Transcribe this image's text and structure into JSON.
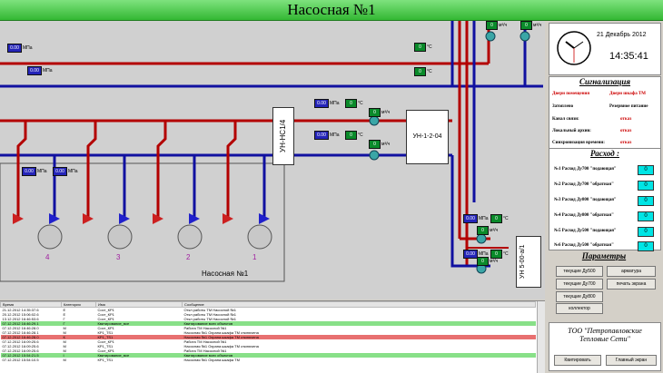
{
  "title": "Насосная №1",
  "canvas": {
    "gauges_top": [
      {
        "value": "0.00",
        "unit": "МПа"
      },
      {
        "value": "0.00",
        "unit": "МПа"
      }
    ],
    "gauges_mid": [
      {
        "value": "0.00",
        "unit": "МПа"
      },
      {
        "value": "0.00",
        "unit": "МПа"
      }
    ],
    "gauges_pumps": [
      {
        "value": "0.00",
        "unit": "МПа"
      },
      {
        "value": "0.00",
        "unit": "МПа"
      }
    ],
    "gauges_right": [
      {
        "value": "0.00",
        "unit": "МПа"
      },
      {
        "value": "0.00",
        "unit": "МПа"
      }
    ],
    "temps": [
      {
        "value": "0",
        "unit": "°C"
      },
      {
        "value": "0",
        "unit": "°C"
      },
      {
        "value": "0",
        "unit": "°C"
      },
      {
        "value": "0",
        "unit": "°C"
      },
      {
        "value": "0",
        "unit": "°C"
      },
      {
        "value": "0",
        "unit": "°C"
      }
    ],
    "flows": [
      {
        "value": "0",
        "unit": "м³/ч"
      },
      {
        "value": "0",
        "unit": "м³/ч"
      },
      {
        "value": "0",
        "unit": "м³/ч"
      },
      {
        "value": "0",
        "unit": "м³/ч"
      },
      {
        "value": "0",
        "unit": "м³/ч"
      },
      {
        "value": "0",
        "unit": "м³/ч"
      }
    ],
    "un_nc": "УН-НС1/4",
    "un_1204": "УН-1-2-04",
    "un_500": "УН 5-00-а/1",
    "station_label": "Насосная №1",
    "pump_numbers": [
      "4",
      "3",
      "2",
      "1"
    ]
  },
  "clock": {
    "date": "21 Декабрь 2012",
    "time": "14:35:41"
  },
  "signal": {
    "title": "Сигнализация",
    "row1": [
      "Двери помещения",
      "Двери шкафа ТМ"
    ],
    "row2": [
      "Затоплено",
      "Резервное питание"
    ],
    "rows": [
      {
        "label": "Канал связи:",
        "value": "отказ"
      },
      {
        "label": "Локальный архив:",
        "value": "отказ"
      },
      {
        "label": "Синхронизация времени:",
        "value": "отказ"
      }
    ]
  },
  "flow": {
    "title": "Расход :",
    "rows": [
      {
        "label": "№1 Расход Ду700 \"подающая\"",
        "value": "0"
      },
      {
        "label": "№2 Расход Ду700 \"обратная\"",
        "value": "0"
      },
      {
        "label": "№3 Расход Ду800 \"подающая\"",
        "value": "0"
      },
      {
        "label": "№4 Расход Ду800 \"обратная\"",
        "value": "0"
      },
      {
        "label": "№5 Расход Ду500 \"подающая\"",
        "value": "0"
      },
      {
        "label": "№6 Расход Ду500 \"обратная\"",
        "value": "0"
      }
    ]
  },
  "params": {
    "title": "Параметры",
    "buttons": [
      "текущие Ду500",
      "арматура",
      "текущие Ду700",
      "печать экрана",
      "текущие Ду800",
      "коллектор"
    ]
  },
  "company": "ТОО \"Петропавловские Тепловые Сети\"",
  "footer_buttons": [
    "Квитировать",
    "Главный экран"
  ],
  "log": {
    "headers": [
      "Время",
      "Категория",
      "Имя",
      "Сообщение"
    ],
    "rows": [
      {
        "time": "21.12.2012 14:35:37.6",
        "cat": "Е",
        "name": "Сост_КР1",
        "msg": "Откл работы ТМ Насосной №1",
        "style": ""
      },
      {
        "time": "20.12.2012 15:06:02.6",
        "cat": "Е",
        "name": "Сост_КР1",
        "msg": "Откл работы ТМ Насосной №1",
        "style": ""
      },
      {
        "time": "13.12.2012 16:46:53.6",
        "cat": "Г",
        "name": "Сост_КР1",
        "msg": "Откл работы ТМ Насосной №1",
        "style": ""
      },
      {
        "time": "07.12.2012 16:46:29.1",
        "cat": "Г",
        "name": "Квитирование_все",
        "msg": "Квитирование всех объектов",
        "style": "green"
      },
      {
        "time": "07.12.2012 16:46:28.0",
        "cat": "М",
        "name": "Сост_КР1",
        "msg": "Работа ТМ Насосной №1",
        "style": ""
      },
      {
        "time": "07.12.2012 16:46:28.1",
        "cat": "М",
        "name": "КР1_TS1",
        "msg": "Насосная №1 Охрана шкафа ТМ отключена",
        "style": ""
      },
      {
        "time": "07.12.2012 16:46:28.0",
        "cat": "К",
        "name": "КР1_TS1",
        "msg": "Насосная №1 Охрана шкафа ТМ отключена",
        "style": "red"
      },
      {
        "time": "07.12.2012 16:09:25.6",
        "cat": "М",
        "name": "Сост_КР1",
        "msg": "Работа ТМ Насосной №1",
        "style": ""
      },
      {
        "time": "07.12.2012 16:09:25.6",
        "cat": "М",
        "name": "КР1_TS1",
        "msg": "Насосная №1 Охрана шкафа ТМ отключена",
        "style": ""
      },
      {
        "time": "07.12.2012 16:09:25.6",
        "cat": "М",
        "name": "Сост_КР1",
        "msg": "Работа ТМ Насосной №1",
        "style": ""
      },
      {
        "time": "07.12.2012 15:54:21.5",
        "cat": "І",
        "name": "Квитирование_все",
        "msg": "Квитирование всех объектов",
        "style": "green"
      },
      {
        "time": "07.12.2012 15:54:10.5",
        "cat": "М",
        "name": "КР1_TS1",
        "msg": "Насосная №1 Охрана шкафа ТМ",
        "style": ""
      }
    ]
  }
}
